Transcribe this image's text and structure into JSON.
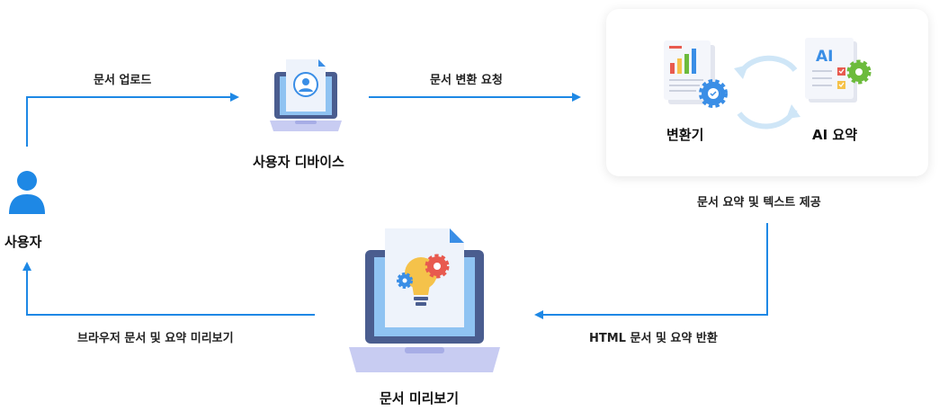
{
  "nodes": {
    "user": "사용자",
    "user_device": "사용자 디바이스",
    "converter": "변환기",
    "ai_summary": "AI 요약",
    "doc_preview": "문서 미리보기"
  },
  "edges": {
    "upload": "문서 업로드",
    "convert_request": "문서 변환 요청",
    "provide_summary": "문서 요약 및 텍스트 제공",
    "return_html": "HTML 문서 및 요약 반환",
    "browser_preview": "브라우저 문서 및 요약 미리보기"
  },
  "icons": {
    "ai_doc_text": "AI"
  },
  "colors": {
    "arrow": "#1e88e5",
    "person": "#1e88e5",
    "laptop_frame": "#4a5d8f",
    "screen": "#8fc3f2",
    "base": "#c8ccf2",
    "gear_blue": "#3a8ee6",
    "gear_red": "#e85a4f",
    "gear_green": "#6cbb3c",
    "bulb": "#f5c24a",
    "cycle": "#cfe6f7"
  }
}
